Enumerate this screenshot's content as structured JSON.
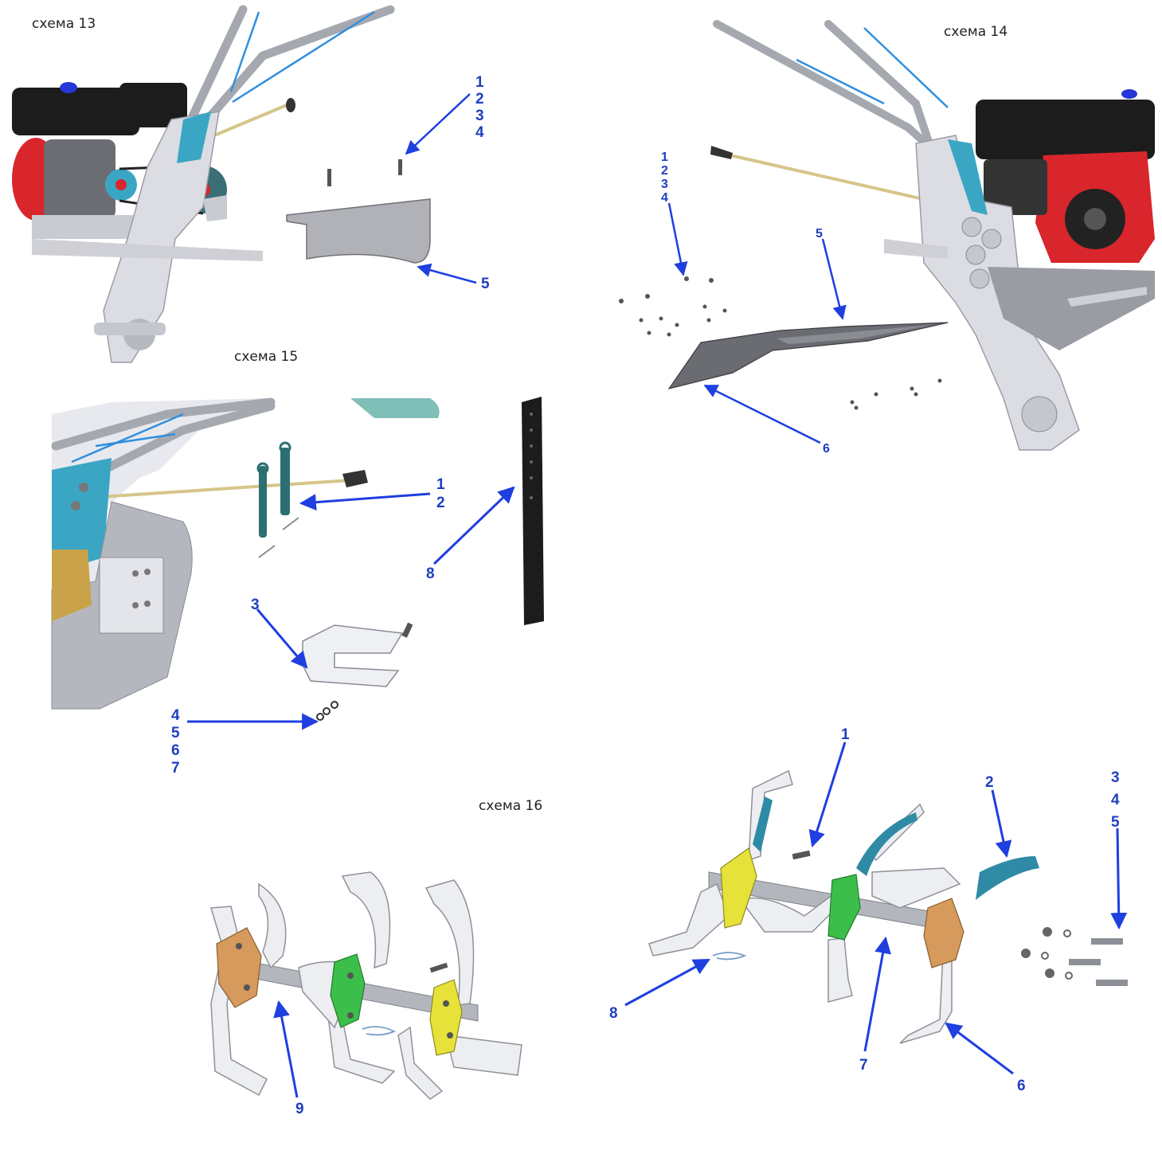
{
  "colors": {
    "callout": "#1f3fbf",
    "arrow": "#1f3fe0",
    "frame": "#c9cbd3",
    "dark": "#1c1c1c",
    "red": "#d8262c",
    "teal": "#3aa6c4",
    "tan": "#d6c58a",
    "yellow": "#e6e23a",
    "green": "#3bbf4a",
    "orange": "#d59a5c",
    "teal_dark": "#2b6f73",
    "steel": "#8e9098"
  },
  "schemes": {
    "s13": {
      "title": "схема 13",
      "labels": {
        "c1234": [
          "1",
          "2",
          "3",
          "4"
        ],
        "c5": "5"
      }
    },
    "s14": {
      "title": "схема 14",
      "labels": {
        "c1234": [
          "1",
          "2",
          "3",
          "4"
        ],
        "c5": "5",
        "c6": "6"
      }
    },
    "s15": {
      "title": "схема 15",
      "labels": {
        "c12": [
          "1",
          "2"
        ],
        "c3": "3",
        "c4567": [
          "4",
          "5",
          "6",
          "7"
        ],
        "c8": "8"
      }
    },
    "s16": {
      "title": "схема 16",
      "labels": {
        "c9": "9",
        "c1": "1",
        "c2": "2",
        "c345": [
          "3",
          "4",
          "5"
        ],
        "c6": "6",
        "c7": "7",
        "c8": "8"
      }
    }
  }
}
